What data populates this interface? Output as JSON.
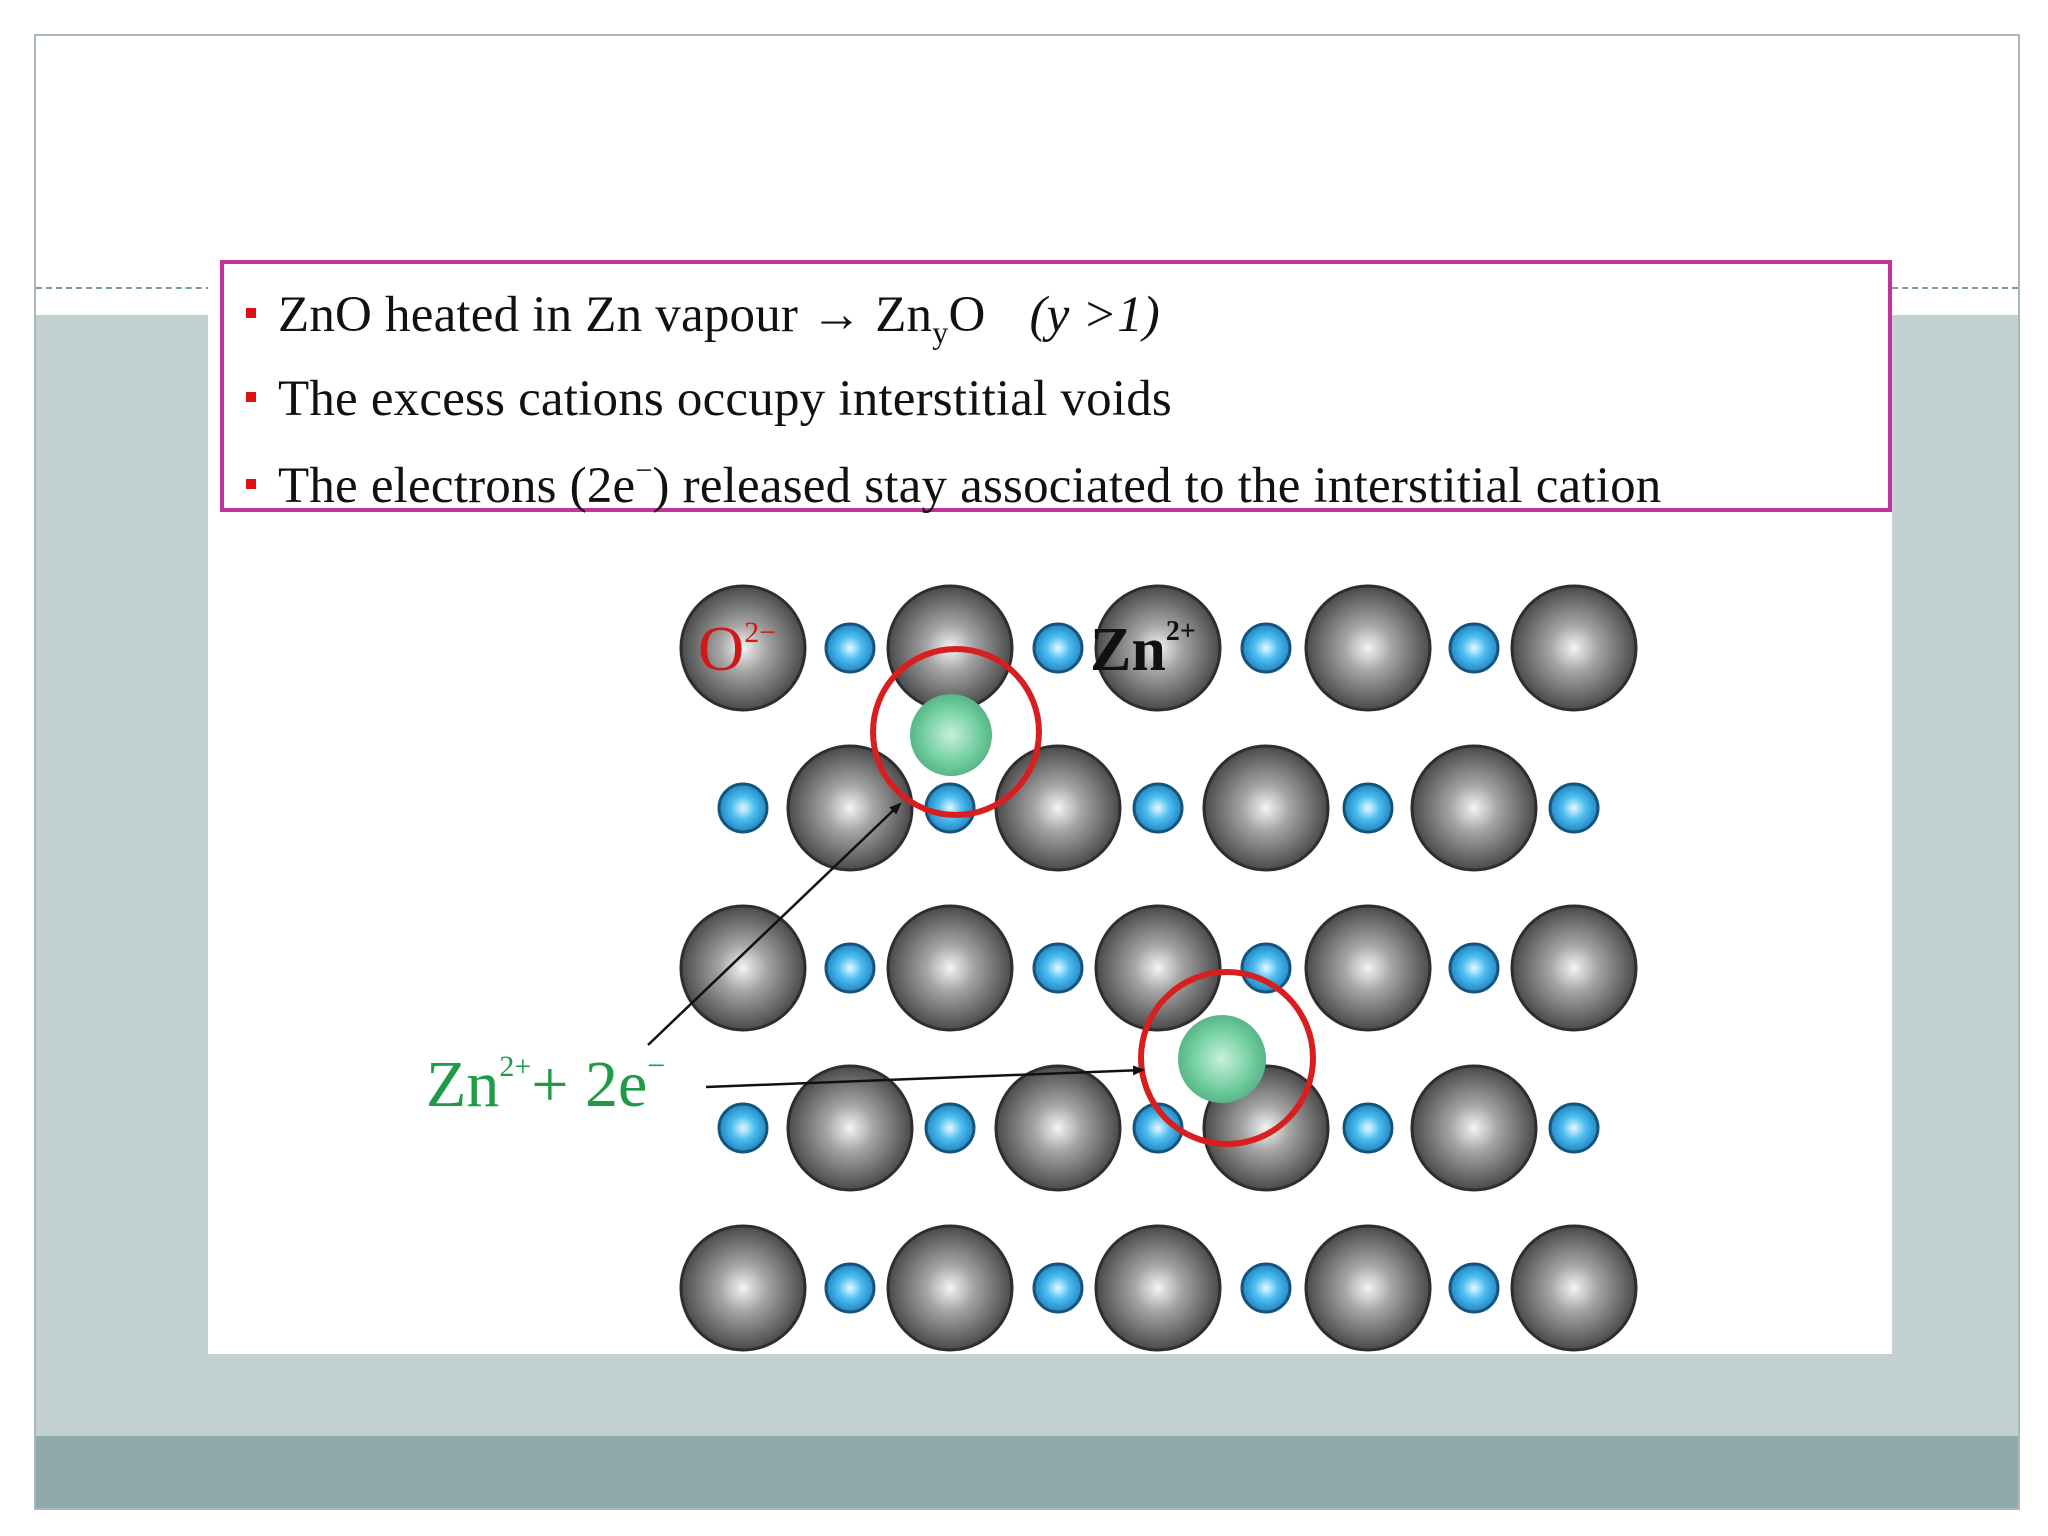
{
  "bullets": [
    {
      "pre": "ZnO heated in Zn vapour → Zn",
      "sub": "y",
      "post": "O",
      "condition": "(y >1)"
    },
    {
      "text": "The excess cations occupy interstitial voids"
    },
    {
      "pre": "The electrons (2e",
      "sup": "−",
      "post": ") released stay associated to the interstitial cation"
    }
  ],
  "diagram": {
    "oxide_label": {
      "base": "O",
      "charge": "2−"
    },
    "zinc_label": {
      "base": "Zn",
      "charge": "2+"
    },
    "defect_label": {
      "ion": "Zn",
      "charge": "2+",
      "rest": "+ 2e",
      "electron_charge": "−"
    }
  },
  "colors": {
    "bullet_box_border": "#c2339b",
    "bullet_marker": "#e11010",
    "oxide_label": "#d01818",
    "defect_label": "#1f9a46",
    "highlight_circle": "#d71f1f",
    "interstitial_ion": "#6fcf9f",
    "zinc_ion": "#2aa8e0",
    "oxide_ion": "#5a5a5a",
    "band": "#c3d1d3",
    "footer": "#8faaac"
  }
}
